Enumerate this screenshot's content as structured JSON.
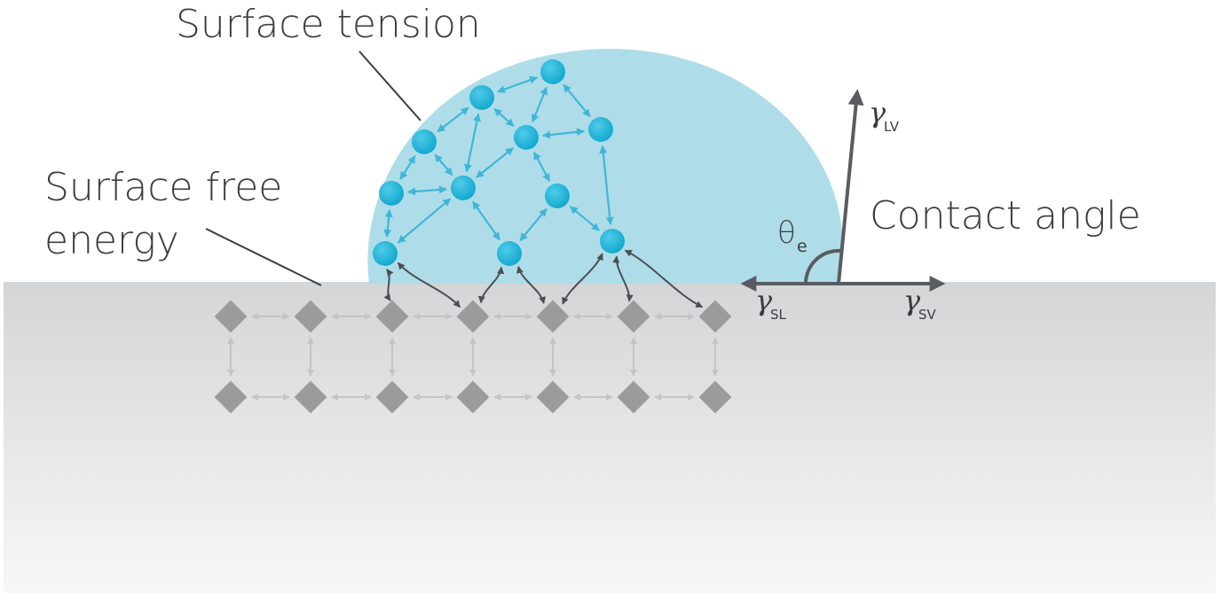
{
  "labels": {
    "surface_tension": "Surface tension",
    "surface_free_energy_line1": "Surface free",
    "surface_free_energy_line2": "energy",
    "contact_angle": "Contact angle",
    "theta_symbol": "θ",
    "theta_sub": "e",
    "gamma_symbol": "γ",
    "gamma_lv_sub": "LV",
    "gamma_sl_sub": "SL",
    "gamma_sv_sub": "SV"
  },
  "colors": {
    "droplet": "#aedde9",
    "molecule": "#15a9cf",
    "molecule_bond": "#3fb6d8",
    "surface_top": "#d4d5d7",
    "surface_bottom": "#f7f7f8",
    "surface_atom": "#9a9b9d",
    "surface_bond": "#c3c4c6",
    "interface_bond": "#4b4e52",
    "force_vector": "#595c60",
    "text": "#3a3d40"
  },
  "icons": {
    "molecule": "liquid-molecule-icon",
    "surface_atom": "solid-atom-diamond-icon"
  }
}
